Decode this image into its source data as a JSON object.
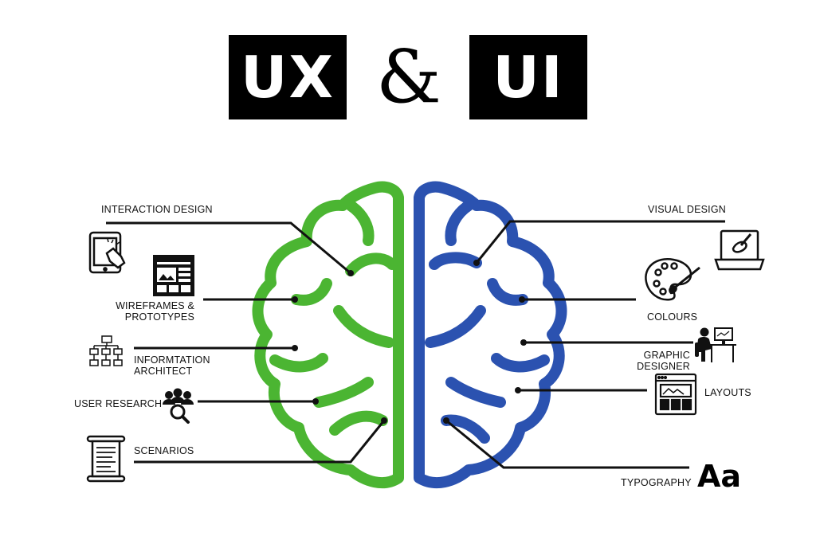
{
  "title": {
    "left": "UX",
    "amp": "&",
    "right": "UI"
  },
  "colors": {
    "ux": "#4bb532",
    "ui": "#2b52b0",
    "line": "#111111"
  },
  "ux_labels": {
    "interaction": "INTERACTION DESIGN",
    "wireframes_1": "WIREFRAMES &",
    "wireframes_2": "PROTOTYPES",
    "info_1": "INFORMTATION",
    "info_2": "ARCHITECT",
    "research": "USER RESEARCH",
    "scenarios": "SCENARIOS"
  },
  "ui_labels": {
    "visual": "VISUAL DESIGN",
    "colours": "COLOURS",
    "graphic_1": "GRAPHIC",
    "graphic_2": "DESIGNER",
    "layouts": "LAYOUTS",
    "typography": "TYPOGRAPHY",
    "aa": "Aa"
  },
  "icons": {
    "tablet": "tablet-touch-icon",
    "wireframe": "wireframe-icon",
    "sitemap": "sitemap-icon",
    "research": "user-research-icon",
    "scroll": "scroll-icon",
    "laptop": "laptop-pen-icon",
    "palette": "palette-icon",
    "designer": "designer-at-desk-icon",
    "layout": "layout-browser-icon"
  }
}
